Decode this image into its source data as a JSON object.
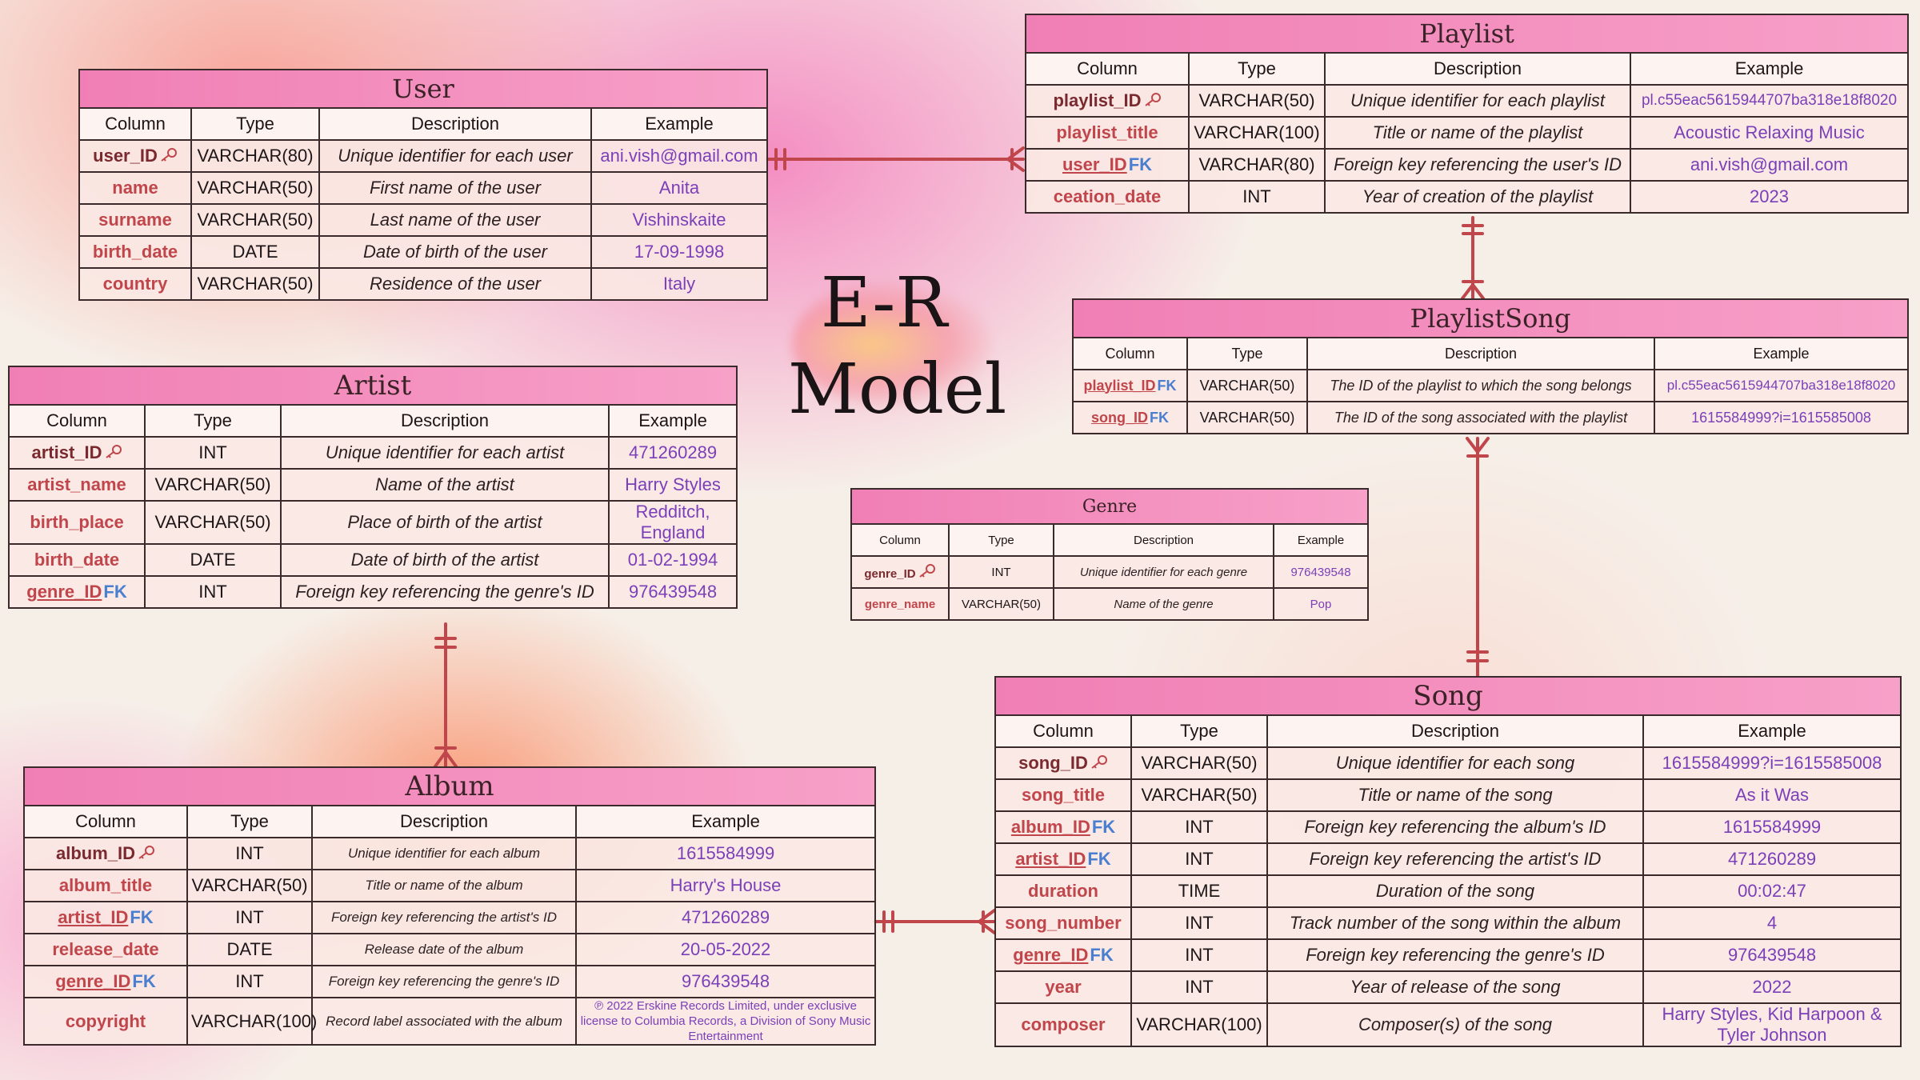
{
  "title": {
    "line1": "E-R",
    "line2": "Model"
  },
  "headers": {
    "column": "Column",
    "type": "Type",
    "description": "Description",
    "example": "Example"
  },
  "fk_tag": "FK",
  "colors": {
    "header_pink": "#f07fb5",
    "connector": "#c0464b",
    "example": "#7b3fb8",
    "fk": "#4a7fd0"
  },
  "icons": {
    "primary_key": "key-icon"
  },
  "tables": {
    "user": {
      "name": "User",
      "rows": [
        {
          "column": "user_ID",
          "pk": true,
          "type": "VARCHAR(80)",
          "description": "Unique identifier for each user",
          "example": "ani.vish@gmail.com"
        },
        {
          "column": "name",
          "type": "VARCHAR(50)",
          "description": "First name of the user",
          "example": "Anita"
        },
        {
          "column": "surname",
          "type": "VARCHAR(50)",
          "description": "Last name of the user",
          "example": "Vishinskaite"
        },
        {
          "column": "birth_date",
          "type": "DATE",
          "description": "Date of birth of the user",
          "example": "17-09-1998"
        },
        {
          "column": "country",
          "type": "VARCHAR(50)",
          "description": "Residence of the user",
          "example": "Italy"
        }
      ]
    },
    "playlist": {
      "name": "Playlist",
      "rows": [
        {
          "column": "playlist_ID",
          "pk": true,
          "type": "VARCHAR(50)",
          "description": "Unique identifier for each playlist",
          "example": "pl.c55eac5615944707ba318e18f8020"
        },
        {
          "column": "playlist_title",
          "type": "VARCHAR(100)",
          "description": "Title or name of the playlist",
          "example": "Acoustic Relaxing Music"
        },
        {
          "column": "user_ID",
          "fk": true,
          "type": "VARCHAR(80)",
          "description": "Foreign key referencing the user's ID",
          "example": "ani.vish@gmail.com"
        },
        {
          "column": "ceation_date",
          "type": "INT",
          "description": "Year of creation of the playlist",
          "example": "2023"
        }
      ]
    },
    "playlistsong": {
      "name": "PlaylistSong",
      "rows": [
        {
          "column": "playlist_ID",
          "fk": true,
          "type": "VARCHAR(50)",
          "description": "The ID of the playlist to which the song belongs",
          "example": "pl.c55eac5615944707ba318e18f8020"
        },
        {
          "column": "song_ID",
          "fk": true,
          "type": "VARCHAR(50)",
          "description": "The ID of the song associated with the playlist",
          "example": "1615584999?i=1615585008"
        }
      ]
    },
    "artist": {
      "name": "Artist",
      "rows": [
        {
          "column": "artist_ID",
          "pk": true,
          "type": "INT",
          "description": "Unique identifier for each artist",
          "example": "471260289"
        },
        {
          "column": "artist_name",
          "type": "VARCHAR(50)",
          "description": "Name of the artist",
          "example": "Harry Styles"
        },
        {
          "column": "birth_place",
          "type": "VARCHAR(50)",
          "description": "Place of birth of the artist",
          "example": "Redditch, England"
        },
        {
          "column": "birth_date",
          "type": "DATE",
          "description": "Date of birth of the artist",
          "example": "01-02-1994"
        },
        {
          "column": "genre_ID",
          "fk": true,
          "type": "INT",
          "description": "Foreign key referencing the genre's ID",
          "example": "976439548"
        }
      ]
    },
    "genre": {
      "name": "Genre",
      "rows": [
        {
          "column": "genre_ID",
          "pk": true,
          "type": "INT",
          "description": "Unique identifier for each genre",
          "example": "976439548"
        },
        {
          "column": "genre_name",
          "type": "VARCHAR(50)",
          "description": "Name of the genre",
          "example": "Pop"
        }
      ]
    },
    "album": {
      "name": "Album",
      "rows": [
        {
          "column": "album_ID",
          "pk": true,
          "type": "INT",
          "description": "Unique identifier for each album",
          "example": "1615584999"
        },
        {
          "column": "album_title",
          "type": "VARCHAR(50)",
          "description": "Title or name of the album",
          "example": "Harry's House"
        },
        {
          "column": "artist_ID",
          "fk": true,
          "type": "INT",
          "description": "Foreign key referencing the artist's ID",
          "example": "471260289"
        },
        {
          "column": "release_date",
          "type": "DATE",
          "description": "Release date of the album",
          "example": "20-05-2022"
        },
        {
          "column": "genre_ID",
          "fk": true,
          "type": "INT",
          "description": "Foreign key referencing the genre's ID",
          "example": "976439548"
        },
        {
          "column": "copyright",
          "type": "VARCHAR(100)",
          "description": "Record label associated with the album",
          "example": "℗ 2022 Erskine Records Limited, under exclusive license to Columbia Records, a Division of Sony Music Entertainment"
        }
      ]
    },
    "song": {
      "name": "Song",
      "rows": [
        {
          "column": "song_ID",
          "pk": true,
          "type": "VARCHAR(50)",
          "description": "Unique identifier for each song",
          "example": "1615584999?i=1615585008"
        },
        {
          "column": "song_title",
          "type": "VARCHAR(50)",
          "description": "Title or name of the song",
          "example": "As it Was"
        },
        {
          "column": "album_ID",
          "fk": true,
          "type": "INT",
          "description": "Foreign key referencing the album's ID",
          "example": "1615584999"
        },
        {
          "column": "artist_ID",
          "fk": true,
          "type": "INT",
          "description": "Foreign key referencing the artist's ID",
          "example": "471260289"
        },
        {
          "column": "duration",
          "type": "TIME",
          "description": "Duration of the song",
          "example": "00:02:47"
        },
        {
          "column": "song_number",
          "type": "INT",
          "description": "Track number of the song within the album",
          "example": "4"
        },
        {
          "column": "genre_ID",
          "fk": true,
          "type": "INT",
          "description": "Foreign key referencing the genre's ID",
          "example": "976439548"
        },
        {
          "column": "year",
          "type": "INT",
          "description": "Year of release of the song",
          "example": "2022"
        },
        {
          "column": "composer",
          "type": "VARCHAR(100)",
          "description": "Composer(s) of the song",
          "example": "Harry Styles, Kid Harpoon & Tyler Johnson"
        }
      ]
    }
  }
}
